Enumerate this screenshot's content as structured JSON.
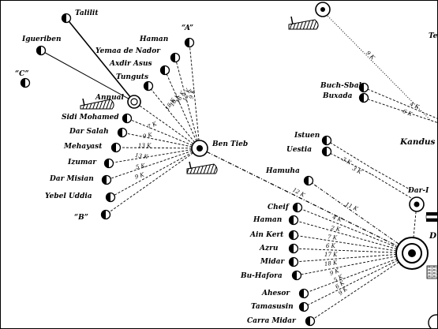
{
  "hub": {
    "name": "Ben Tieb"
  },
  "center": {
    "name": "D"
  },
  "places": {
    "talilit": "Talilit",
    "igueriben": "Igueriben",
    "quote_a": "“A”",
    "quote_c": "“C”",
    "haman_top": "Haman",
    "yemaa": "Yemaa de Nador",
    "axdir": "Axdir Asus",
    "tunguts": "Tunguts",
    "annual": "Annual",
    "sidi": "Sidi Mohamed",
    "dar_salah": "Dar Salah",
    "mehayast": "Mehayast",
    "izumar": "Izumar",
    "dar_misian": "Dar Misian",
    "yebel": "Yebel Uddia",
    "quote_b": "“B”",
    "hamuha": "Hamuha",
    "istuen": "Istuen",
    "uestia": "Uestia",
    "buch_sbah": "Buch-Sbah",
    "buxada": "Buxada",
    "kandus": "Kandus",
    "dar_i": "Dar-I",
    "te": "Te",
    "cheif": "Cheif",
    "haman_low": "Haman",
    "ain_kert": "Ain Kert",
    "azru": "Azru",
    "midar": "Midar",
    "bu_hafora": "Bu-Hafora",
    "ahesor": "Ahesor",
    "tamasusin": "Tamasusin",
    "carra_midar": "Carra Midar"
  },
  "distances": {
    "annual_hub": "18 K",
    "tunguts_hub": "18 K",
    "axdir_hub": "16 K",
    "yemaa_hub": "12 K",
    "haman_hub": "9 K",
    "sidi_hub": "7 K",
    "darsalah_hub": "9 K",
    "mehayast_hub": "13 K",
    "izumar_hub": "13 K",
    "darmisian_hub": "5 K",
    "yebel_hub": "9 K",
    "hamuha_d": "12 K",
    "hub_d": "11 K",
    "istuen": "3 K",
    "uestia": "3 K",
    "buchsbah": "4 K",
    "buxada": "6 K",
    "top_road": "9 K",
    "cheif_d": "4 K",
    "haman_d": "2 K",
    "ainkert_d": "7 K",
    "azru_d": "6 K",
    "midar_d": "17 K",
    "buhafora_d": "18 K",
    "extra_d": "9 K",
    "ahesor_d": "5 K",
    "tamasusin_d": "6 K",
    "carra_d": "9 K"
  },
  "colors": {
    "ink": "#000000",
    "paper": "#ffffff"
  }
}
